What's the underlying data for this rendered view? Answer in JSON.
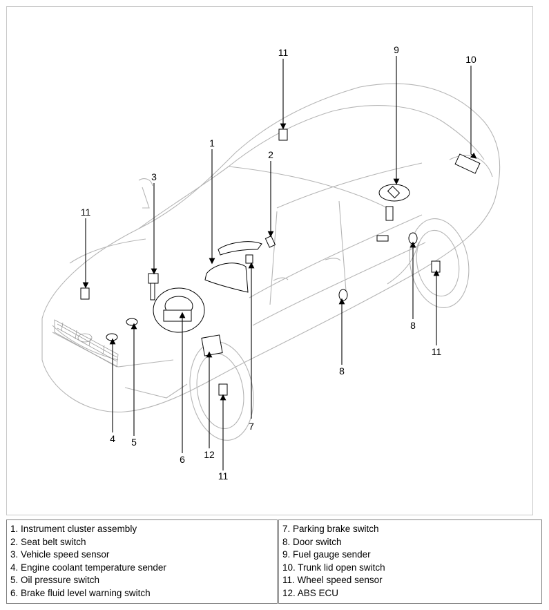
{
  "callouts": {
    "c1": "1",
    "c2": "2",
    "c3": "3",
    "c4": "4",
    "c5": "5",
    "c6": "6",
    "c7": "7",
    "c8a": "8",
    "c8b": "8",
    "c9": "9",
    "c10": "10",
    "c11a": "11",
    "c11b": "11",
    "c11c": "11",
    "c11d": "11",
    "c12": "12"
  },
  "legend": {
    "left": [
      "1. Instrument cluster assembly",
      "2. Seat belt switch",
      "3. Vehicle speed sensor",
      "4. Engine coolant temperature sender",
      "5. Oil pressure switch",
      "6. Brake fluid level warning switch"
    ],
    "right": [
      "7. Parking brake switch",
      "8. Door switch",
      "9. Fuel gauge sender",
      "10. Trunk lid open switch",
      "11. Wheel speed sensor",
      "12. ABS ECU"
    ]
  }
}
